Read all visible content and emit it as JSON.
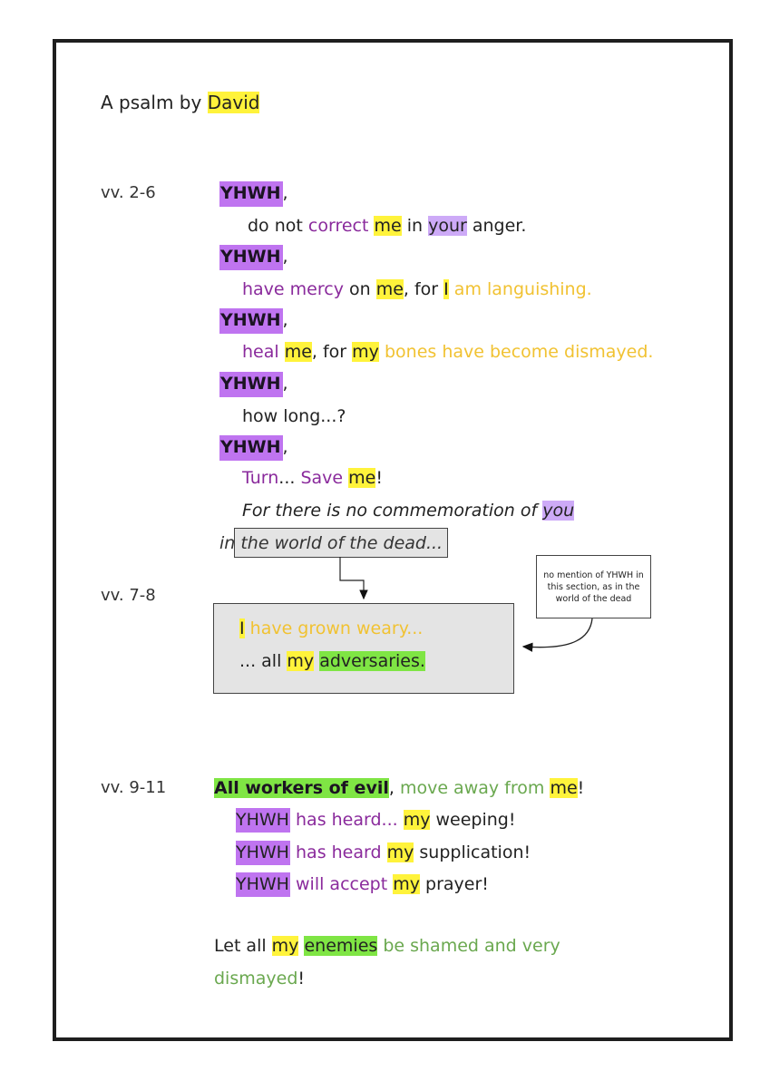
{
  "title": {
    "prefix": "A psalm by ",
    "name": "David"
  },
  "sections": {
    "s1": {
      "label": "vv. 2-6",
      "yhwh": "YHWH",
      "comma": ",",
      "l1": {
        "a": "do not ",
        "b": "correct",
        "c": " ",
        "d": "me",
        "e": " in ",
        "f": "your",
        "g": " anger."
      },
      "l2": {
        "a": "have mercy",
        "b": " on ",
        "c": "me",
        "d": ", for ",
        "e": "I",
        "f": " am languishing."
      },
      "l3": {
        "a": "heal",
        "b": " ",
        "c": "me",
        "d": ", for ",
        "e": "my",
        "f": " bones have become dismayed."
      },
      "l4": {
        "a": "how long...?"
      },
      "l5": {
        "a": "Turn",
        "b": "... ",
        "c": "Save",
        "d": " ",
        "e": "me",
        "f": "!"
      },
      "l6": {
        "a": "For there is no commemoration of ",
        "b": "you"
      },
      "l7": {
        "a": "in the world of the dead",
        "b": "..."
      }
    },
    "s2": {
      "label": "vv. 7-8",
      "l1": {
        "a": "I",
        "b": " have grown weary..."
      },
      "l2": {
        "a": "... all ",
        "b": "my",
        "c": " ",
        "d": "adversaries."
      },
      "note": "no mention of YHWH in this section, as in the world of the dead"
    },
    "s3": {
      "label": "vv. 9-11",
      "l1": {
        "a": "All workers of evil",
        "b": ", ",
        "c": "move away from ",
        "d": "me",
        "e": "!"
      },
      "l2": {
        "a": "YHWH",
        "b": " has heard... ",
        "c": "my",
        "d": " weeping!"
      },
      "l3": {
        "a": "YHWH",
        "b": " has heard ",
        "c": "my",
        "d": " supplication!"
      },
      "l4": {
        "a": "YHWH",
        "b": " will accept ",
        "c": "my",
        "d": " prayer!"
      },
      "l5": {
        "a": "Let all ",
        "b": "my",
        "c": " ",
        "d": "enemies",
        "e": " be shamed and very"
      },
      "l6": {
        "a": "dismayed",
        "b": "!"
      }
    }
  },
  "colors": {
    "highlight_speaker": "#fff33b",
    "highlight_yhwh": "#bf74f0",
    "highlight_you": "#cdaaf7",
    "highlight_enemies": "#7fe544",
    "text_yhwh_action": "#8a2a9c",
    "text_speaker_state": "#f1c232",
    "text_enemies": "#6aa84f"
  }
}
